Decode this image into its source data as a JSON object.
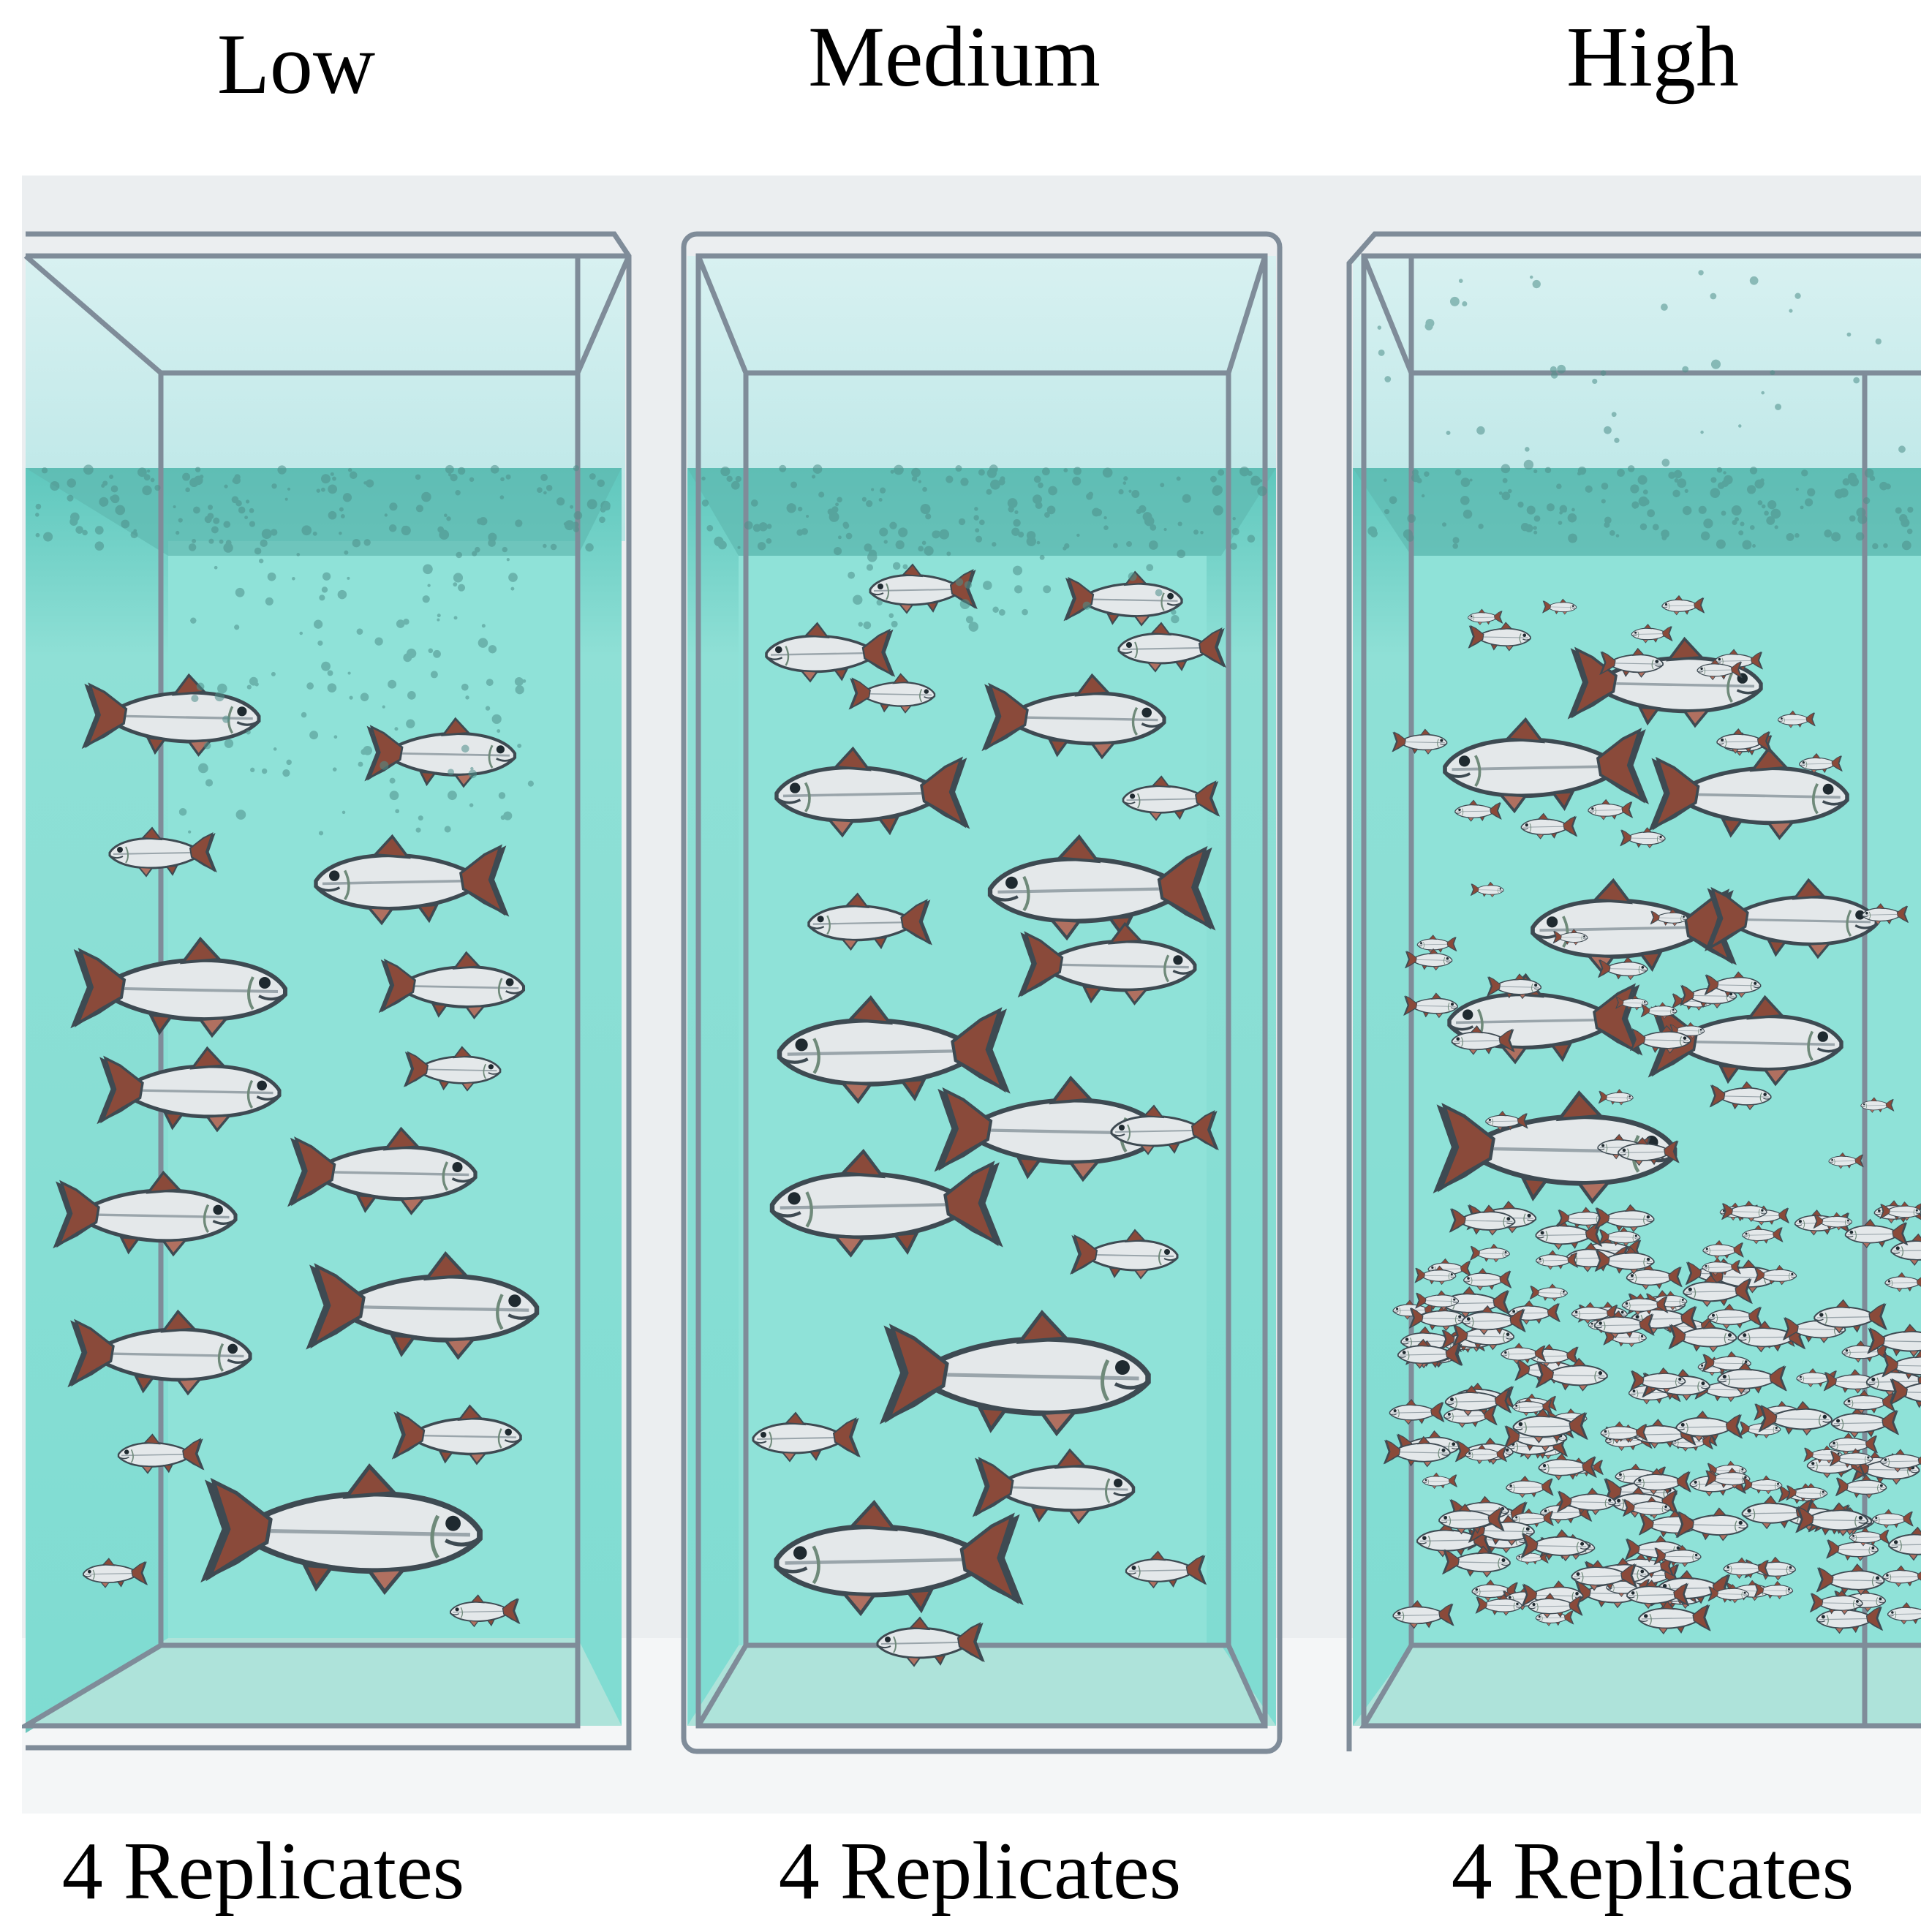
{
  "groups": [
    {
      "label": "Low",
      "replicates": "4 Replicates"
    },
    {
      "label": "Medium",
      "replicates": "4 Replicates"
    },
    {
      "label": "High",
      "replicates": "4 Replicates"
    }
  ],
  "colors": {
    "background_panel": "#ebeef0",
    "water": "#7fdcd2",
    "water_light": "#b7ece6",
    "tank_frame": "#7f8c99",
    "fish_body": "#e4e8ea",
    "fish_fin": "#8a4a3a"
  },
  "fish_icon": "salmon-icon"
}
